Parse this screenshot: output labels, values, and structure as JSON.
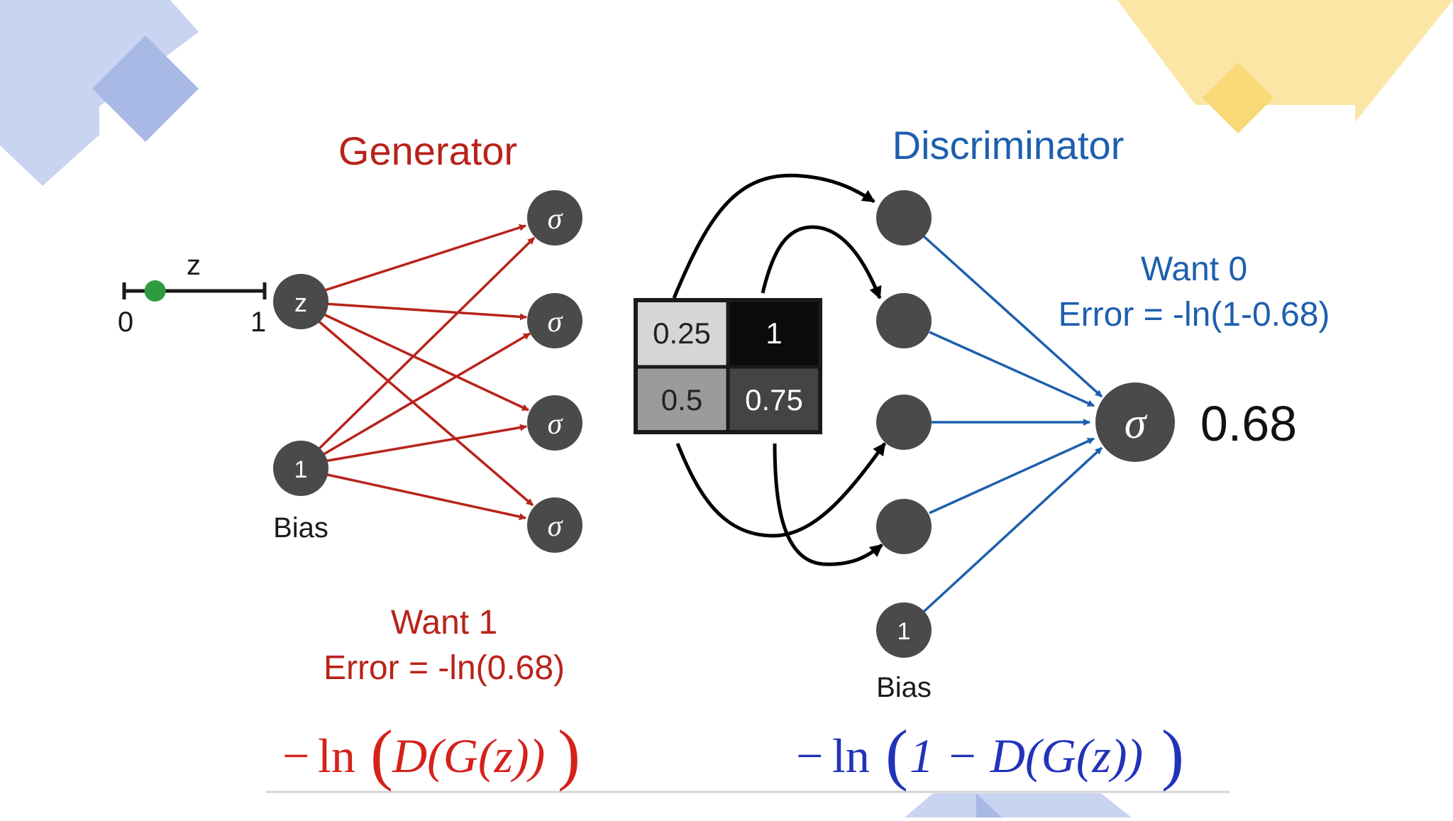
{
  "generator": {
    "title": "Generator",
    "z_slider": {
      "label": "z",
      "min_label": "0",
      "max_label": "1",
      "value": 0.22
    },
    "input_z_label": "z",
    "bias_node_label": "1",
    "bias_label": "Bias",
    "output_symbol": "σ",
    "want_text": "Want 1",
    "error_text": "Error = -ln(0.68)",
    "formula": {
      "minus": "−",
      "ln": "ln",
      "lparen": "(",
      "body": "D(G(z))",
      "rparen": ")"
    }
  },
  "image_grid": {
    "cells": [
      {
        "value": "0.25",
        "shade": "#d6d6d6",
        "text_color": "#222222"
      },
      {
        "value": "1",
        "shade": "#0b0b0b",
        "text_color": "#ffffff"
      },
      {
        "value": "0.5",
        "shade": "#9b9b9b",
        "text_color": "#222222"
      },
      {
        "value": "0.75",
        "shade": "#444444",
        "text_color": "#ffffff"
      }
    ]
  },
  "discriminator": {
    "title": "Discriminator",
    "bias_node_label": "1",
    "bias_label": "Bias",
    "output_symbol": "σ",
    "output_value": "0.68",
    "want_text": "Want 0",
    "error_text": "Error = -ln(1-0.68)",
    "formula": {
      "minus": "−",
      "ln": "ln",
      "lparen": "(",
      "body": "1 − D(G(z))",
      "rparen": ")"
    }
  },
  "colors": {
    "generator": "#b8231a",
    "discriminator": "#1d5fae",
    "formula_red": "#d4221b",
    "formula_blue": "#2233b8",
    "node": "#4a4a4a",
    "slider_dot": "#2e9b3e",
    "deco_blue": "#c9d4f0",
    "deco_blue_dark": "#a9b9e6",
    "deco_yellow": "#fbe6a6",
    "deco_yellow_dark": "#f8d877"
  }
}
